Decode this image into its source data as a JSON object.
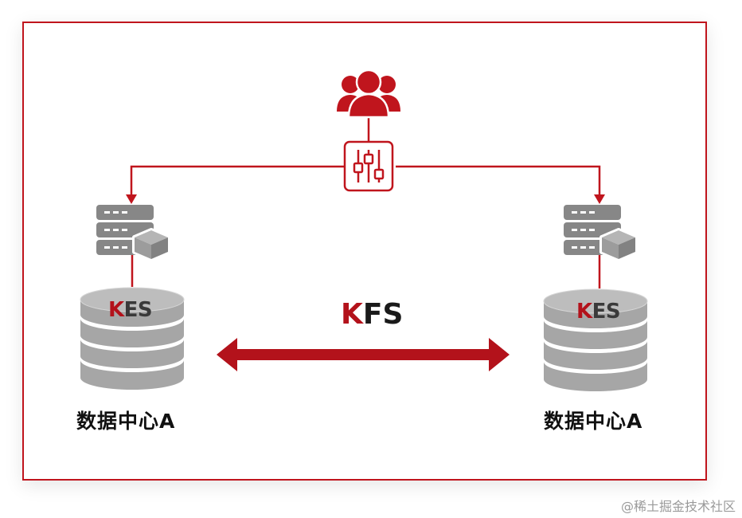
{
  "center_protocol": {
    "prefix": "K",
    "rest": "FS"
  },
  "nodes": [
    {
      "db_prefix": "K",
      "db_rest": "ES",
      "label": "数据中心A"
    },
    {
      "db_prefix": "K",
      "db_rest": "ES",
      "label": "数据中心A"
    }
  ],
  "icons": {
    "users": "users-group-icon",
    "router": "sliders-control-icon",
    "server": "server-with-cube-icon",
    "database": "database-cylinder-icon"
  },
  "colors": {
    "accent": "#c0151d",
    "gray": "#8a8a8a",
    "text": "#111111"
  },
  "watermark": "@稀土掘金技术社区"
}
